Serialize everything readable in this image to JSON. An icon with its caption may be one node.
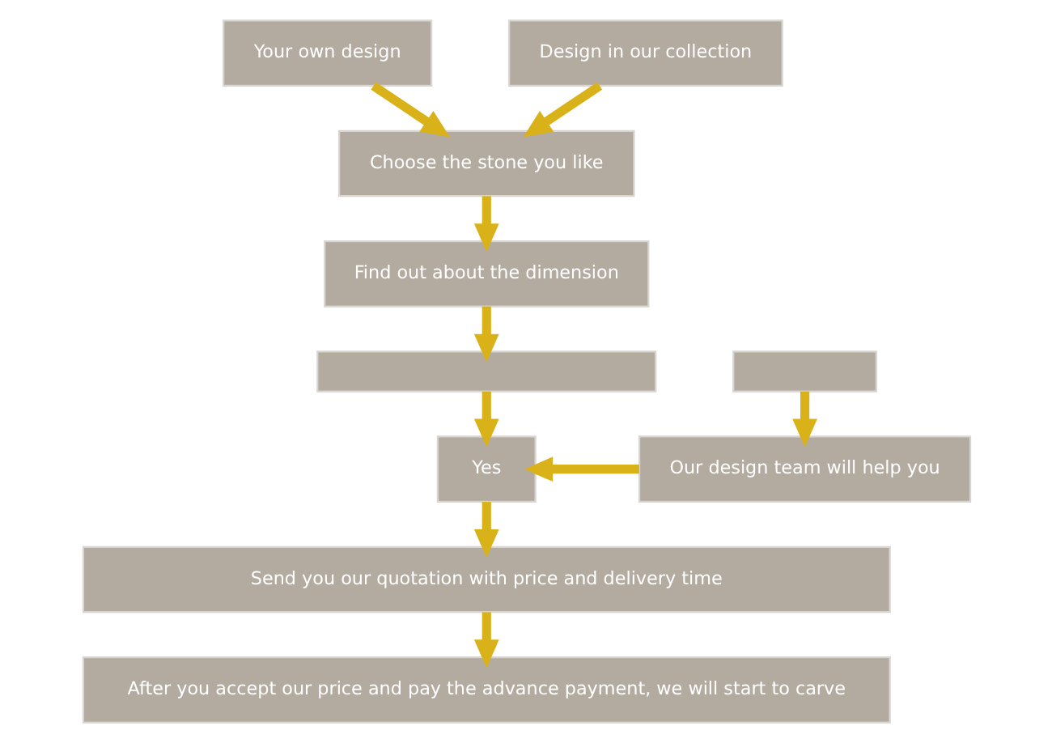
{
  "diagram": {
    "nodes": [
      {
        "text": [
          "Your own design"
        ]
      },
      {
        "text": [
          "Design in our collection"
        ]
      },
      {
        "text": [
          "Choose the stone you like"
        ]
      },
      {
        "text": [
          "Find out about the dimension"
        ]
      },
      {
        "text": [],
        "shape": "box"
      },
      {
        "text": [],
        "shape": "box"
      },
      {
        "text": [
          "Yes"
        ]
      },
      {
        "text": [
          "Our design team will help you"
        ]
      },
      {
        "text": [
          "Send you our quotation with price and delivery time"
        ]
      },
      {
        "text": [
          "After you accept our price and pay the advance payment, we will start to carve"
        ]
      }
    ],
    "edges": [
      {
        "from": 0,
        "to": 2,
        "arrow": "to"
      },
      {
        "from": 1,
        "to": 2,
        "arrow": "to"
      },
      {
        "from": 2,
        "to": 3,
        "arrow": "to"
      },
      {
        "from": 3,
        "to": 4,
        "arrow": "to"
      },
      {
        "from": 4,
        "to": 6,
        "arrow": "to"
      },
      {
        "from": 5,
        "to": 7,
        "arrow": "to"
      },
      {
        "from": 7,
        "to": 6,
        "arrow": "to"
      },
      {
        "from": 6,
        "to": 8,
        "arrow": "to"
      },
      {
        "from": 8,
        "to": 9,
        "arrow": "to"
      }
    ]
  }
}
